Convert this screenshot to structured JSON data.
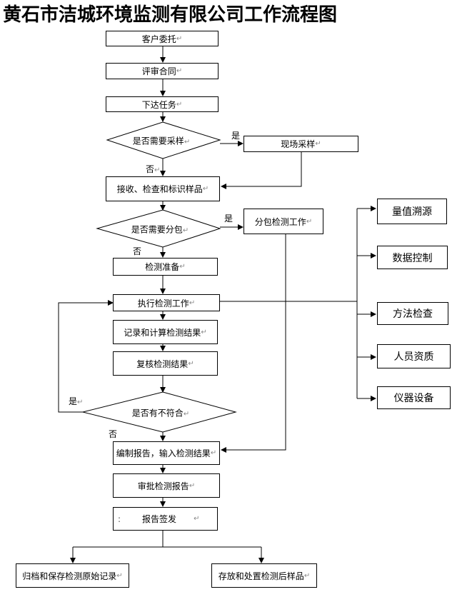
{
  "title": "黄石市洁城环境监测有限公司工作流程图",
  "steps": {
    "client_entrust": "客户委托",
    "review_contract": "评审合同",
    "assign_task": "下达任务",
    "need_sampling": "是否需要采样",
    "field_sampling": "现场采样",
    "receive_samples": "接收、检查和标识样品",
    "need_subcontract": "是否需要分包",
    "subcontract_work": "分包检测工作",
    "prepare": "检测准备",
    "execute": "执行检测工作",
    "record_calc": "记录和计算检测结果",
    "recheck": "复核检测结果",
    "any_nonconform": "是否有不符合",
    "compile_report": "编制报告，输入检测结果",
    "approve_report": "审批检测报告",
    "sign_report": "报告签发",
    "archive_records": "归档和保存检测原始记录",
    "store_samples": "存放和处置检测后样品"
  },
  "controls": [
    "量值溯源",
    "数据控制",
    "方法检查",
    "人员资质",
    "仪器设备"
  ],
  "edge_labels": {
    "yes1": "是",
    "no1": "否",
    "yes2": "是",
    "no2": "否",
    "yes3": "是",
    "no3": "否"
  },
  "sign_prefix": ":",
  "para_mark": "↵"
}
